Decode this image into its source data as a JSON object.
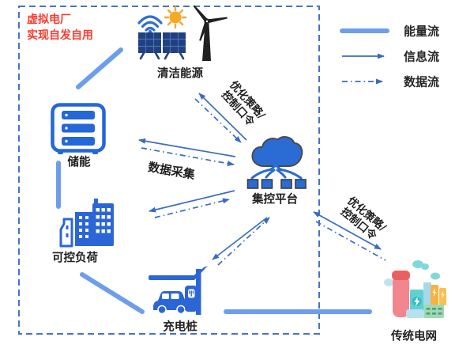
{
  "title": {
    "line1": "虚拟电厂",
    "line2": "实现自发自用"
  },
  "legend": {
    "energy": "能量流",
    "info": "信息流",
    "data": "数据流"
  },
  "nodes": {
    "clean_energy": "清洁能源",
    "storage": "储能",
    "load": "可控负荷",
    "charging": "充电桩",
    "platform": "集控平台",
    "grid": "传统电网"
  },
  "edge_labels": {
    "cmd_top_line1": "优化策略/",
    "cmd_top_line2": "控制口令",
    "data_collection": "数据采集",
    "cmd_right_line1": "优化策略/",
    "cmd_right_line2": "控制口令"
  },
  "colors": {
    "accent_blue": "#2b66d6",
    "energy_line": "#6d9eeb",
    "flow_arrow": "#3b6cc0",
    "border_dash": "#4673c8",
    "title_red": "#fb3b30",
    "sun_orange": "#f5a928",
    "solar_navy": "#20407e",
    "turbine_black": "#202020",
    "grid_pink": "#f2858e",
    "grid_teal": "#5fd0d5",
    "grid_orange": "#f6b142",
    "grid_green": "#9fd9b4"
  }
}
